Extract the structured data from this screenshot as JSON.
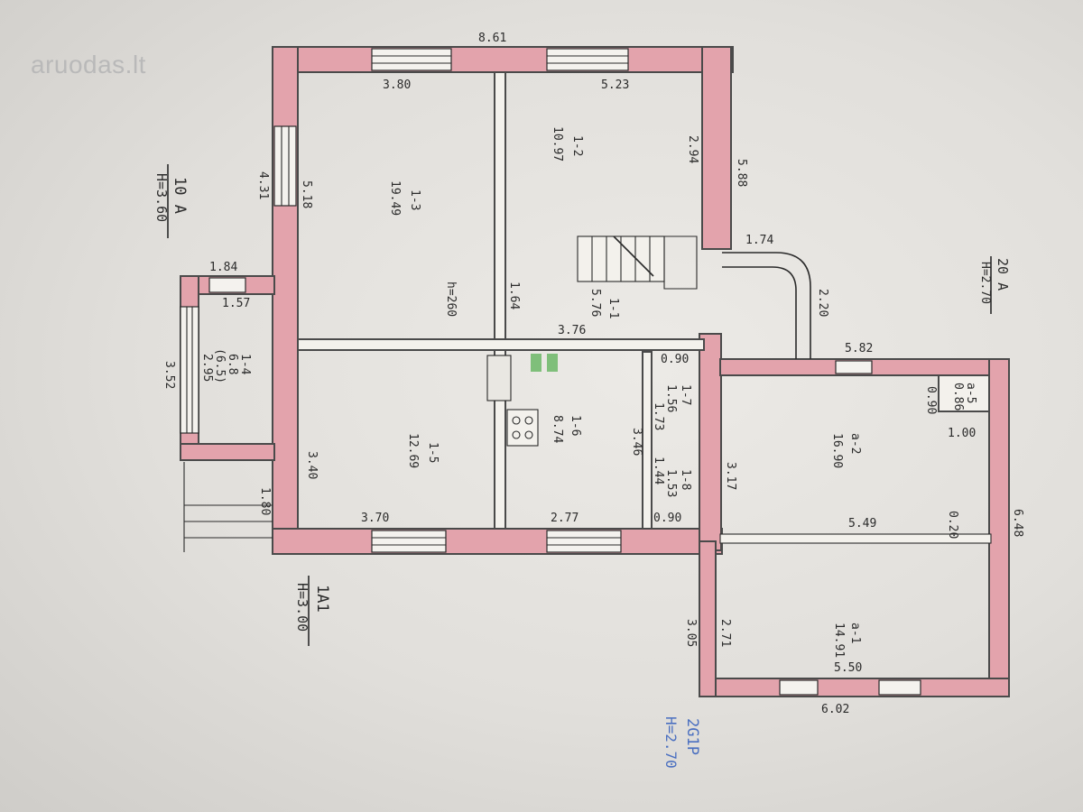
{
  "logo": "aruodas.lt",
  "labels": {
    "top_total": "8.61",
    "r13_top": "3.80",
    "r12_top": "5.23",
    "r12_side": "2.94",
    "right_side": "5.88",
    "left_win": "4.31",
    "left_in": "5.18",
    "porch_top": "1.84",
    "porch_in": "1.57",
    "porch_side": "3.52",
    "r13_area": "19.49",
    "r13_code": "1-3",
    "r12_area": "10.97",
    "r12_code": "1-2",
    "hall_code": "1-1",
    "hall_area": "5.76",
    "hall_w": "1.64",
    "hall_h": "3.76",
    "stair_h": "h=260",
    "r14_code": "1-4",
    "r14_a": "6.8",
    "r14_b": "(6.5)",
    "r14_c": "2.95",
    "r15_code": "1-5",
    "r15_area": "12.69",
    "r15_side": "3.40",
    "r15_bottom": "3.70",
    "r16_code": "1-6",
    "r16_area": "8.74",
    "r16_bottom": "2.77",
    "r17_code": "1-7",
    "r17_area": "1.56",
    "r17_d": "1.73",
    "r18_code": "1-8",
    "r18_area": "1.53",
    "r18_d": "1.44",
    "val_090a": "0.90",
    "val_090b": "0.90",
    "val_346": "3.46",
    "left_180": "1.80",
    "ext_174": "1.74",
    "ext_220": "2.20",
    "annex_top": "5.82",
    "a5_code": "a-5",
    "a5_area": "0.86",
    "a5_090": "0.90",
    "a5_100": "1.00",
    "a2_code": "a-2",
    "a2_area": "16.90",
    "a2_side": "3.17",
    "a2_bottom": "5.49",
    "a2_sep": "0.20",
    "right_648": "6.48",
    "a1_code": "a-1",
    "a1_area": "14.91",
    "a1_side": "2.71",
    "a1_out": "3.05",
    "a1_inner": "5.50",
    "a1_out_bottom": "6.02",
    "tag_10_code": "10 A",
    "tag_10_h": "H=3.60",
    "tag_1a_code": "1A1",
    "tag_1a_h": "H=3.00",
    "tag_20_code": "20 A",
    "tag_20_h": "H=2.70",
    "tag_blue_code": "2G1P",
    "tag_blue_h": "H=2.70"
  }
}
